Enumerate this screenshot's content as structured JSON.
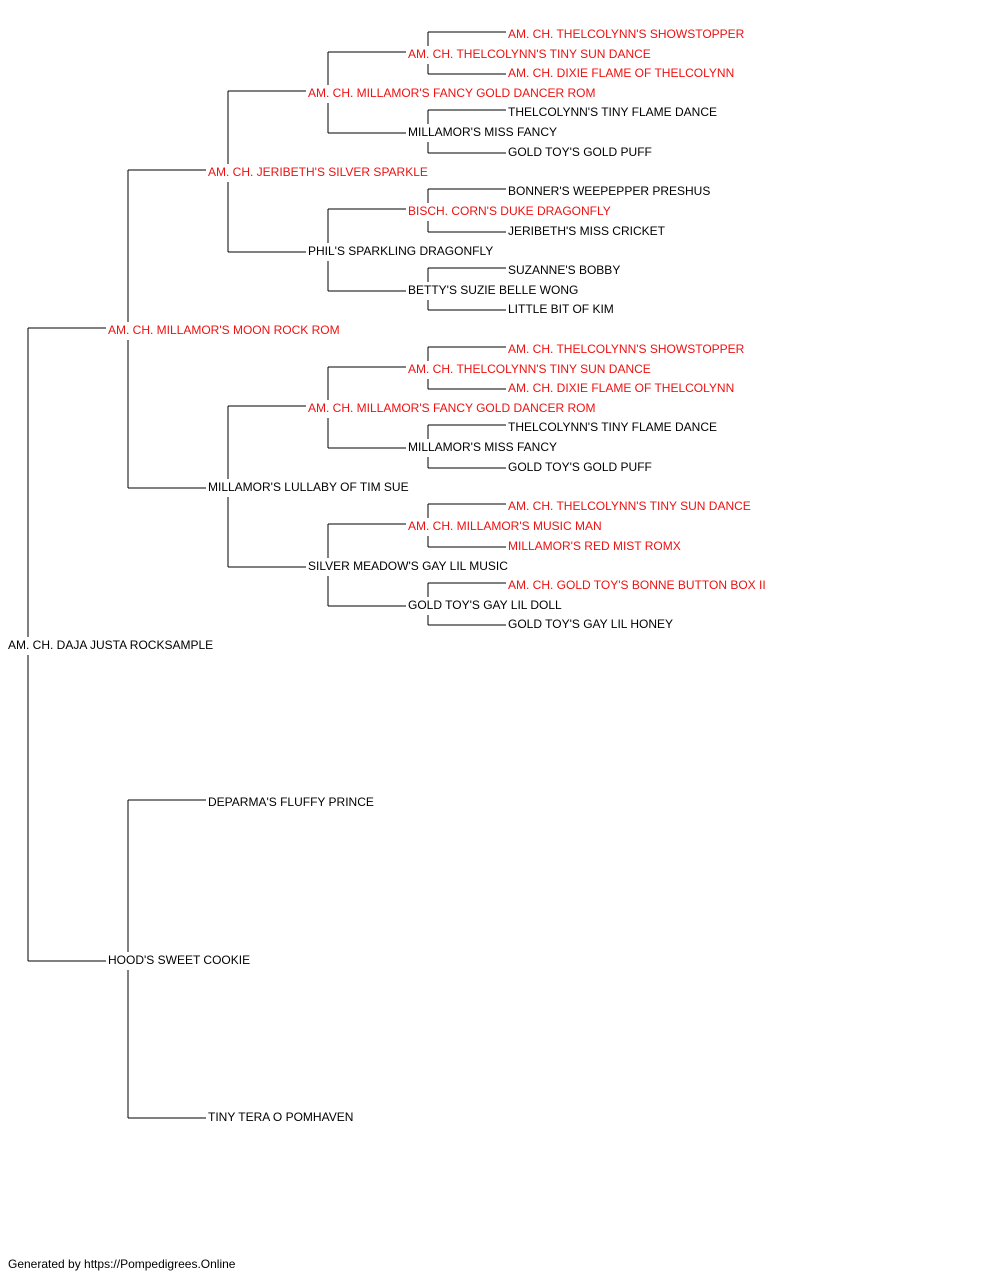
{
  "colors": {
    "champion": "#ee1111",
    "regular": "#000000",
    "line": "#000000"
  },
  "pedigree": {
    "name": "AM. CH. DAJA JUSTA ROCKSAMPLE",
    "champion": false,
    "sire": {
      "name": "AM. CH. MILLAMOR'S MOON ROCK ROM",
      "champion": true,
      "sire": {
        "name": "AM. CH. JERIBETH'S SILVER SPARKLE",
        "champion": true,
        "sire": {
          "name": "AM. CH. MILLAMOR'S FANCY GOLD DANCER ROM",
          "champion": true,
          "sire": {
            "name": "AM. CH. THELCOLYNN'S TINY SUN DANCE",
            "champion": true,
            "sire": {
              "name": "AM. CH. THELCOLYNN'S SHOWSTOPPER",
              "champion": true
            },
            "dam": {
              "name": "AM. CH. DIXIE FLAME OF THELCOLYNN",
              "champion": true
            }
          },
          "dam": {
            "name": "MILLAMOR'S MISS FANCY",
            "champion": false,
            "sire": {
              "name": "THELCOLYNN'S TINY FLAME DANCE",
              "champion": false
            },
            "dam": {
              "name": "GOLD TOY'S GOLD PUFF",
              "champion": false
            }
          }
        },
        "dam": {
          "name": "PHIL'S SPARKLING DRAGONFLY",
          "champion": false,
          "sire": {
            "name": "BISCH. CORN'S DUKE DRAGONFLY",
            "champion": true,
            "sire": {
              "name": "BONNER'S WEEPEPPER PRESHUS",
              "champion": false
            },
            "dam": {
              "name": "JERIBETH'S MISS CRICKET",
              "champion": false
            }
          },
          "dam": {
            "name": "BETTY'S SUZIE BELLE WONG",
            "champion": false,
            "sire": {
              "name": "SUZANNE'S BOBBY",
              "champion": false
            },
            "dam": {
              "name": "LITTLE BIT OF KIM",
              "champion": false
            }
          }
        }
      },
      "dam": {
        "name": "MILLAMOR'S LULLABY OF TIM SUE",
        "champion": false,
        "sire": {
          "name": "AM. CH. MILLAMOR'S FANCY GOLD DANCER ROM",
          "champion": true,
          "sire": {
            "name": "AM. CH. THELCOLYNN'S TINY SUN DANCE",
            "champion": true,
            "sire": {
              "name": "AM. CH. THELCOLYNN'S SHOWSTOPPER",
              "champion": true
            },
            "dam": {
              "name": "AM. CH. DIXIE FLAME OF THELCOLYNN",
              "champion": true
            }
          },
          "dam": {
            "name": "MILLAMOR'S MISS FANCY",
            "champion": false,
            "sire": {
              "name": "THELCOLYNN'S TINY FLAME DANCE",
              "champion": false
            },
            "dam": {
              "name": "GOLD TOY'S GOLD PUFF",
              "champion": false
            }
          }
        },
        "dam": {
          "name": "SILVER MEADOW'S GAY LIL MUSIC",
          "champion": false,
          "sire": {
            "name": "AM. CH. MILLAMOR'S MUSIC MAN",
            "champion": true,
            "sire": {
              "name": "AM. CH. THELCOLYNN'S TINY SUN DANCE",
              "champion": true
            },
            "dam": {
              "name": "MILLAMOR'S RED MIST ROMX",
              "champion": true
            }
          },
          "dam": {
            "name": "GOLD TOY'S GAY LIL DOLL",
            "champion": false,
            "sire": {
              "name": "AM. CH. GOLD TOY'S BONNE BUTTON BOX II",
              "champion": true
            },
            "dam": {
              "name": "GOLD TOY'S GAY LIL HONEY",
              "champion": false
            }
          }
        }
      }
    },
    "dam": {
      "name": "HOOD'S SWEET COOKIE",
      "champion": false,
      "sire": {
        "name": "DEPARMA'S FLUFFY PRINCE",
        "champion": false
      },
      "dam": {
        "name": "TINY TERA O POMHAVEN",
        "champion": false
      }
    }
  },
  "footer": "Generated by https://Pompedigrees.Online"
}
